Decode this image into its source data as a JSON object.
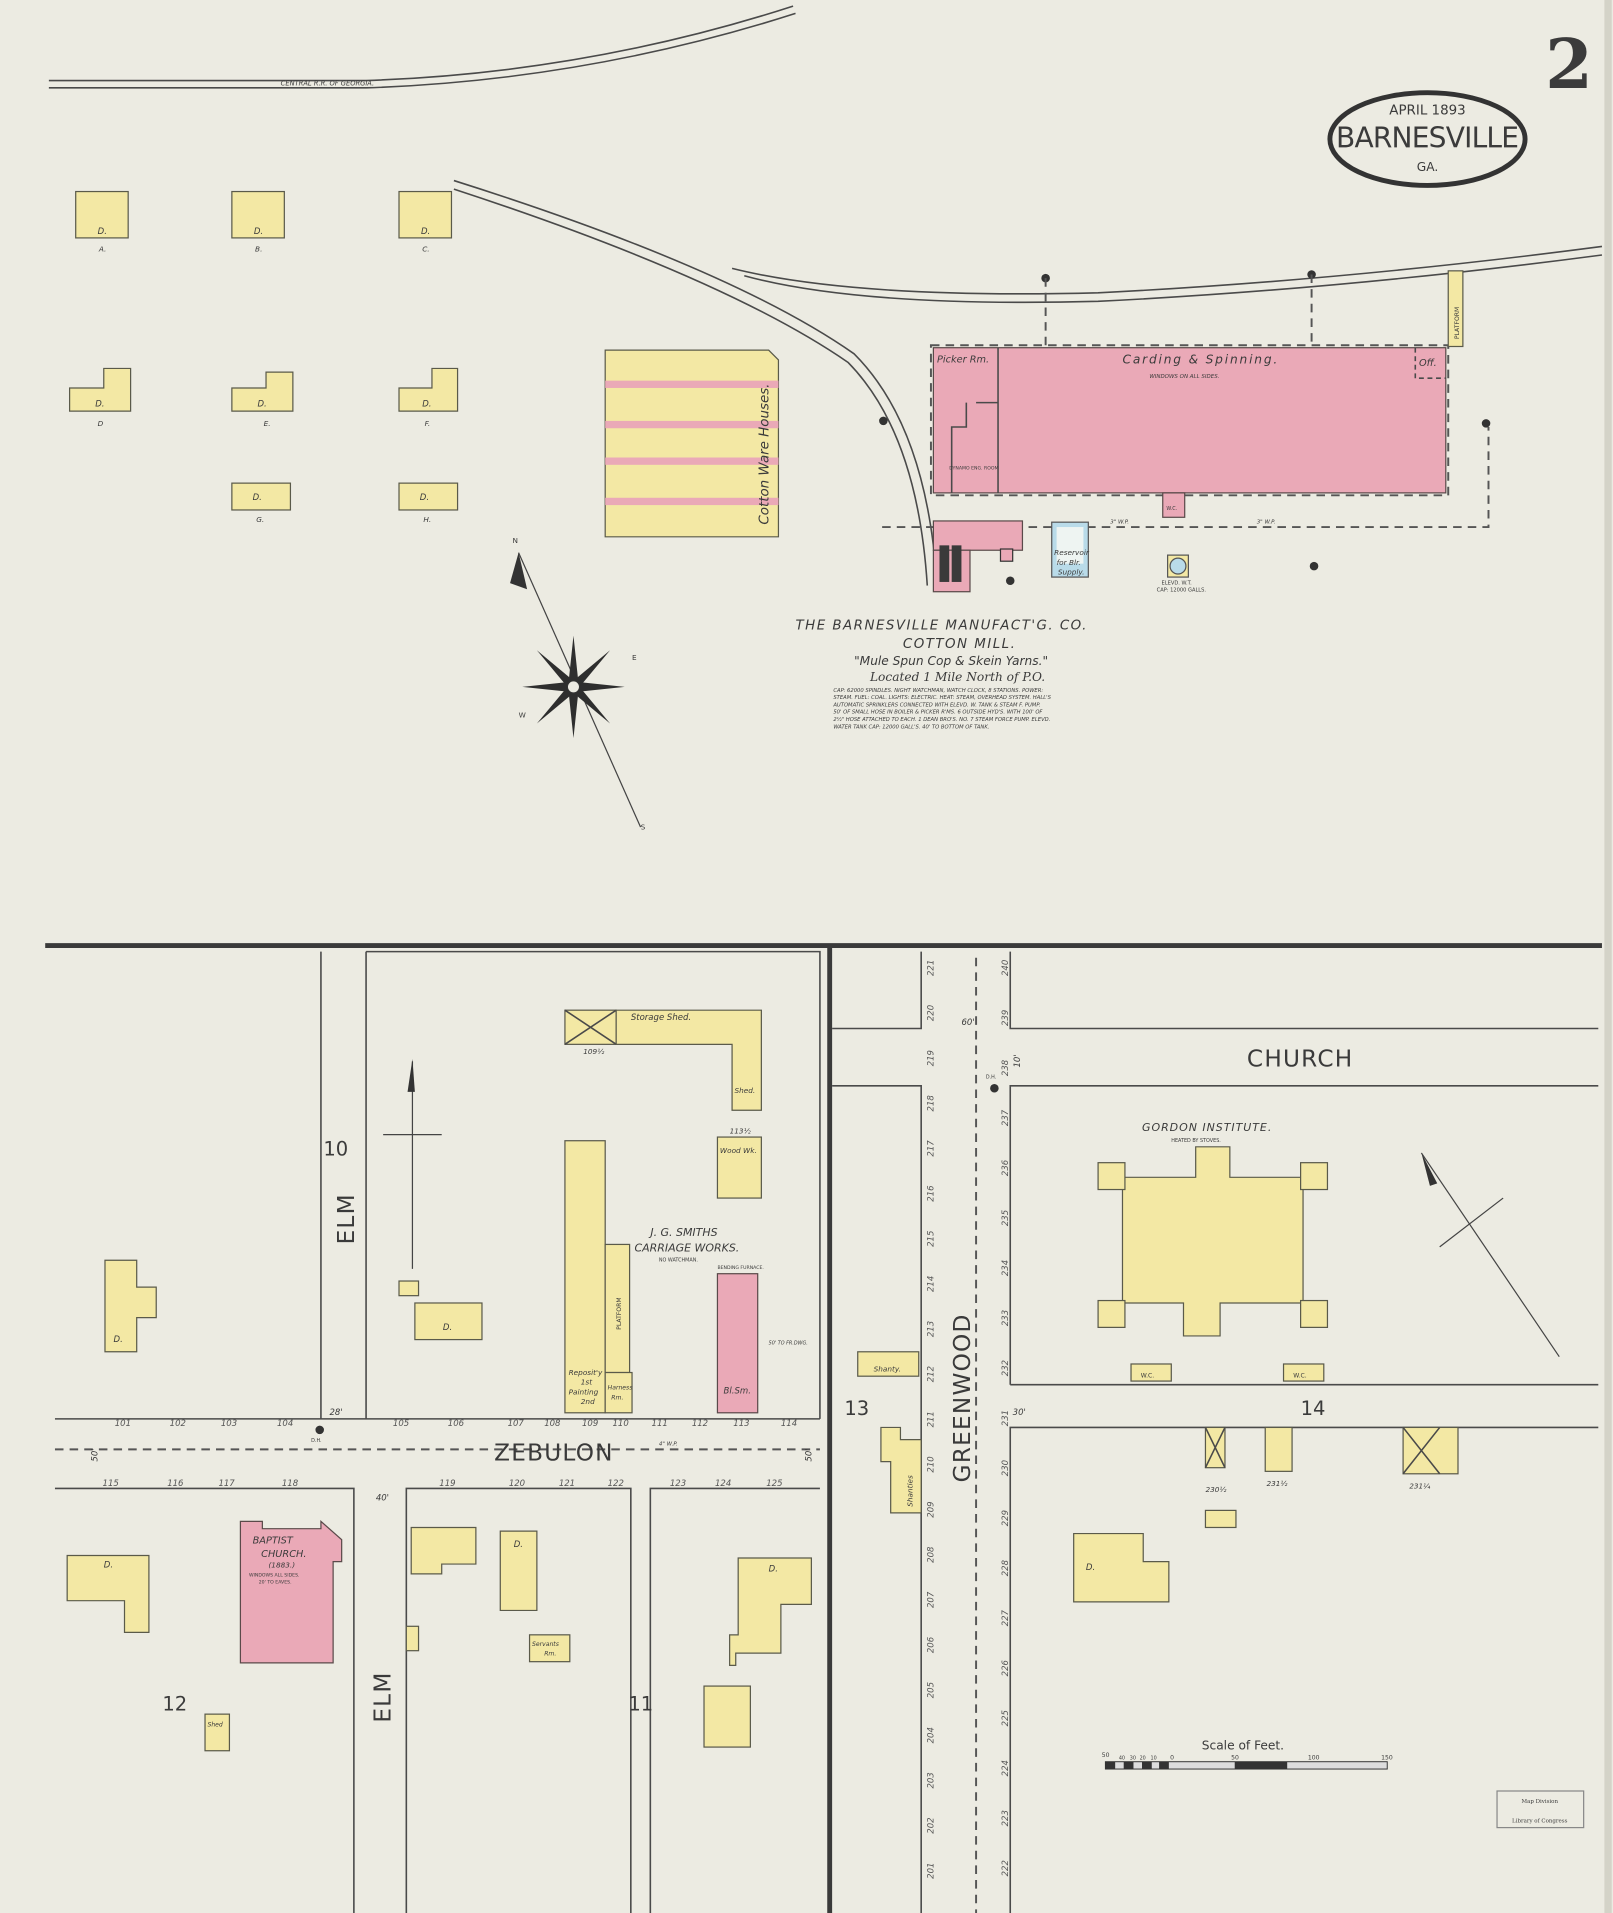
{
  "sheet": {
    "number": "2"
  },
  "cartouche": {
    "date": "APRIL 1893",
    "town": "BARNESVILLE",
    "state": "GA."
  },
  "railroad": {
    "label": "CENTRAL R.R. OF GEORGIA."
  },
  "dwellings": {
    "label": "D.",
    "letters": [
      "A.",
      "B.",
      "C.",
      "D",
      "E.",
      "F.",
      "G.",
      "H."
    ]
  },
  "warehouse": {
    "label": "Cotton Ware Houses."
  },
  "mill": {
    "picker": "Picker Rm.",
    "carding": "Carding & Spinning.",
    "windows": "WINDOWS ON ALL SIDES.",
    "office": "Off.",
    "platform": "PLATFORM",
    "dynamo": "DYNAMO ENG. ROOM",
    "wc": "W.C.",
    "pipe": "3\" W.P.",
    "reservoir": [
      "Reservoir",
      "for Blr.",
      "Supply."
    ],
    "tank": [
      "ELEVD. W.T.",
      "CAP: 12000 GALLS."
    ],
    "title": "THE BARNESVILLE MANUFACT'G. CO.",
    "subtitle": "COTTON MILL.",
    "product": "\"Mule Spun Cop & Skein Yarns.\"",
    "location": "Located 1 Mile North of P.O.",
    "notes": [
      "CAP: 62000 SPINDLES. NIGHT WATCHMAN, WATCH CLOCK, 8 STATIONS. POWER:",
      "STEAM. FUEL: COAL. LIGHTS: ELECTRIC. HEAT: STEAM, OVERHEAD SYSTEM. HALL'S",
      "AUTOMATIC SPRINKLERS CONNECTED WITH ELEVD. W. TANK & STEAM F. PUMP.",
      "50' OF SMALL HOSE IN BOILER & PICKER R'MS. 6 OUTSIDE HYD'S. WITH 100' OF",
      "2½\" HOSE ATTACHED TO EACH. 1 DEAN BRO'S. NO. 7 STEAM FORCE PUMP. ELEVD.",
      "WATER TANK CAP: 12000 GALL'S. 40' TO BOTTOM OF TANK."
    ]
  },
  "compass": {
    "n": "N",
    "e": "E",
    "s": "S",
    "w": "W"
  },
  "streets": {
    "elm": "ELM",
    "zebulon": "ZEBULON",
    "greenwood": "GREENWOOD",
    "church": "CHURCH"
  },
  "widths": {
    "elm_upper": "28'",
    "elm_lower": "40'",
    "zebulon_w": "50'",
    "zebulon_e": "50'",
    "greenwood": "60'",
    "greenwood_s": "30'",
    "church": "10'",
    "wp": "4\" W.P.",
    "dh": "D.H."
  },
  "blocks": {
    "b10": "10",
    "b11": "11",
    "b12": "12",
    "b13": "13",
    "b14": "14"
  },
  "carriage": {
    "title": "J. G. SMITHS",
    "title2": "CARRIAGE WORKS.",
    "watchman": "NO WATCHMAN.",
    "furnace": "BENDING FURNACE.",
    "storage": "Storage Shed.",
    "storage_no": "109½",
    "shed": "Shed.",
    "wood_no": "113½",
    "wood": "Wood Wk.",
    "platform": "PLATFORM",
    "reposit": [
      "Reposit'y",
      "1st",
      "Painting",
      "2nd"
    ],
    "harness": [
      "Harness",
      "Rm."
    ],
    "smith": "Bl.Sm.",
    "dist": "50' TO FR.DWG."
  },
  "church_bldg": {
    "name": [
      "BAPTIST",
      "CHURCH.",
      "(1883.)"
    ],
    "note": [
      "WINDOWS ALL SIDES.",
      "20' TO EAVES."
    ]
  },
  "misc": {
    "shed": "Shed",
    "servants": [
      "Servants",
      "Rm."
    ],
    "shanty": "Shanty.",
    "shanties": "Shanties",
    "n230": "230½",
    "n231a": "231½",
    "n231b": "231¼"
  },
  "gordon": {
    "name": "GORDON INSTITUTE.",
    "heat": "HEATED BY STOVES.",
    "wc": "W.C."
  },
  "zebulon_numbers": {
    "north": [
      "101",
      "102",
      "103",
      "104",
      "105",
      "106",
      "107",
      "108",
      "109",
      "110",
      "111",
      "112",
      "113",
      "114"
    ],
    "south": [
      "115",
      "116",
      "117",
      "118",
      "119",
      "120",
      "121",
      "122",
      "123",
      "124",
      "125"
    ]
  },
  "greenwood_numbers": {
    "west": [
      "221",
      "220",
      "219",
      "218",
      "217",
      "216",
      "215",
      "214",
      "213",
      "212",
      "211",
      "210",
      "209",
      "208",
      "207",
      "206",
      "205",
      "204",
      "203",
      "202",
      "201"
    ],
    "east": [
      "240",
      "239",
      "238",
      "237",
      "236",
      "235",
      "234",
      "233",
      "232",
      "231",
      "230",
      "229",
      "228",
      "227",
      "226",
      "225",
      "224",
      "223",
      "222"
    ]
  },
  "scale": {
    "label": "Scale of Feet.",
    "ticks": [
      "50",
      "40",
      "30",
      "20",
      "10",
      "0",
      "50",
      "100",
      "150"
    ]
  },
  "stamp": {
    "line1": "Map Division",
    "line2": "Library of Congress"
  },
  "colors": {
    "paper": "#ecebe2",
    "frame_dwelling": "#f3e8a4",
    "brick": "#eaa9b7",
    "stone": "#b9dbe9"
  }
}
